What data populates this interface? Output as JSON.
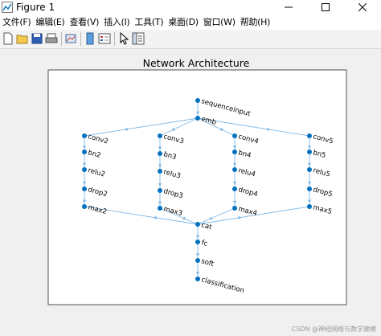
{
  "window": {
    "title": "Figure 1"
  },
  "menu": [
    "文件(F)",
    "编辑(E)",
    "查看(V)",
    "插入(I)",
    "工具(T)",
    "桌面(D)",
    "窗口(W)",
    "帮助(H)"
  ],
  "toolbar": {
    "icons": [
      "new-figure-icon",
      "open-file-icon",
      "save-icon",
      "print-icon",
      "link-plot-icon",
      "insert-colorbar-icon",
      "insert-legend-icon",
      "select-pointer-icon",
      "property-inspector-icon"
    ]
  },
  "plot": {
    "title": "Network Architecture",
    "node_color": "#0072bd",
    "edge_color": "#7fb8e6",
    "nodes": [
      {
        "id": "sequenceinput",
        "label": "sequenceinput"
      },
      {
        "id": "emb",
        "label": "emb"
      },
      {
        "id": "conv2",
        "label": "conv2"
      },
      {
        "id": "bn2",
        "label": "bn2"
      },
      {
        "id": "relu2",
        "label": "relu2"
      },
      {
        "id": "drop2",
        "label": "drop2"
      },
      {
        "id": "max2",
        "label": "max2"
      },
      {
        "id": "conv3",
        "label": "conv3"
      },
      {
        "id": "bn3",
        "label": "bn3"
      },
      {
        "id": "relu3",
        "label": "relu3"
      },
      {
        "id": "drop3",
        "label": "drop3"
      },
      {
        "id": "max3",
        "label": "max3"
      },
      {
        "id": "conv4",
        "label": "conv4"
      },
      {
        "id": "bn4",
        "label": "bn4"
      },
      {
        "id": "relu4",
        "label": "relu4"
      },
      {
        "id": "drop4",
        "label": "drop4"
      },
      {
        "id": "max4",
        "label": "max4"
      },
      {
        "id": "conv5",
        "label": "conv5"
      },
      {
        "id": "bn5",
        "label": "bn5"
      },
      {
        "id": "relu5",
        "label": "relu5"
      },
      {
        "id": "drop5",
        "label": "drop5"
      },
      {
        "id": "max5",
        "label": "max5"
      },
      {
        "id": "cat",
        "label": "cat"
      },
      {
        "id": "fc",
        "label": "fc"
      },
      {
        "id": "soft",
        "label": "soft"
      },
      {
        "id": "classification",
        "label": "classification"
      }
    ],
    "edges": [
      [
        "sequenceinput",
        "emb"
      ],
      [
        "emb",
        "conv2"
      ],
      [
        "emb",
        "conv3"
      ],
      [
        "emb",
        "conv4"
      ],
      [
        "emb",
        "conv5"
      ],
      [
        "conv2",
        "bn2"
      ],
      [
        "bn2",
        "relu2"
      ],
      [
        "relu2",
        "drop2"
      ],
      [
        "drop2",
        "max2"
      ],
      [
        "conv3",
        "bn3"
      ],
      [
        "bn3",
        "relu3"
      ],
      [
        "relu3",
        "drop3"
      ],
      [
        "drop3",
        "max3"
      ],
      [
        "conv4",
        "bn4"
      ],
      [
        "bn4",
        "relu4"
      ],
      [
        "relu4",
        "drop4"
      ],
      [
        "drop4",
        "max4"
      ],
      [
        "conv5",
        "bn5"
      ],
      [
        "bn5",
        "relu5"
      ],
      [
        "relu5",
        "drop5"
      ],
      [
        "drop5",
        "max5"
      ],
      [
        "max2",
        "cat"
      ],
      [
        "max3",
        "cat"
      ],
      [
        "max4",
        "cat"
      ],
      [
        "max5",
        "cat"
      ],
      [
        "cat",
        "fc"
      ],
      [
        "fc",
        "soft"
      ],
      [
        "soft",
        "classification"
      ]
    ]
  },
  "watermark": "CSDN @神经网络与数学建模"
}
